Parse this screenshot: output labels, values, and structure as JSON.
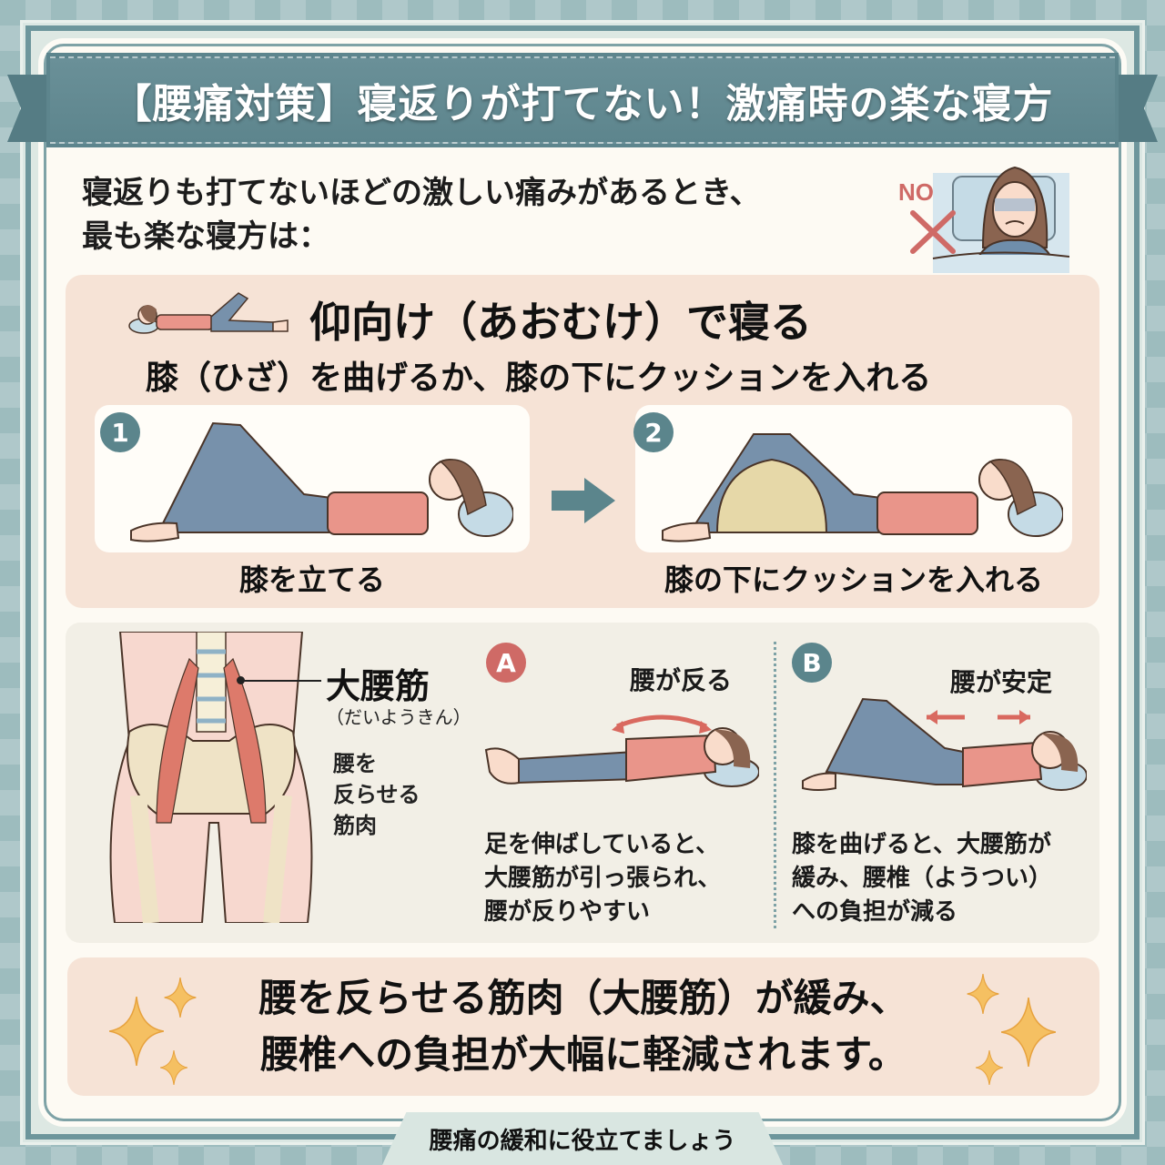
{
  "header": {
    "title": "【腰痛対策】寝返りが打てない！激痛時の楽な寝方"
  },
  "intro": {
    "line1": "寝返りも打てないほどの激しい痛みがあるとき、",
    "line2": "最も楽な寝方は：",
    "no_badge": "NO",
    "no_illustration": "woman-in-pain-in-bed-icon"
  },
  "recommend": {
    "title": "仰向け（あおむけ）で寝る",
    "subtitle": "膝（ひざ）を曲げるか、膝の下にクッションを入れる",
    "steps": [
      {
        "number": "1",
        "label": "膝を立てる",
        "illustration": "knees-bent-lying-icon"
      },
      {
        "number": "2",
        "label": "膝の下にクッションを入れる",
        "illustration": "cushion-under-knees-icon"
      }
    ],
    "arrow": "arrow-right-icon"
  },
  "anatomy": {
    "muscle_name": "大腰筋",
    "muscle_reading": "（だいようきん）",
    "muscle_desc": [
      "腰を",
      "反らせる",
      "筋肉"
    ]
  },
  "positions": [
    {
      "badge": "A",
      "heading": "腰が反る",
      "desc": [
        "足を伸ばしていると、",
        "大腰筋が引っ張られ、",
        "腰が反りやすい"
      ]
    },
    {
      "badge": "B",
      "heading": "腰が安定",
      "desc": [
        "膝を曲げると、大腰筋が",
        "緩み、腰椎（ようつい）",
        "への負担が減る"
      ]
    }
  ],
  "conclusion": {
    "line1": "腰を反らせる筋肉（大腰筋）が緩み、",
    "line2": "腰椎への負担が大幅に軽減されます。"
  },
  "footer": {
    "label": "腰痛の緩和に役立てましょう"
  },
  "colors": {
    "teal": "#5d858d",
    "peach": "#f6e3d6",
    "cream": "#fdfaf3",
    "accent_red": "#cf6a66",
    "sparkle": "#f2b552"
  }
}
